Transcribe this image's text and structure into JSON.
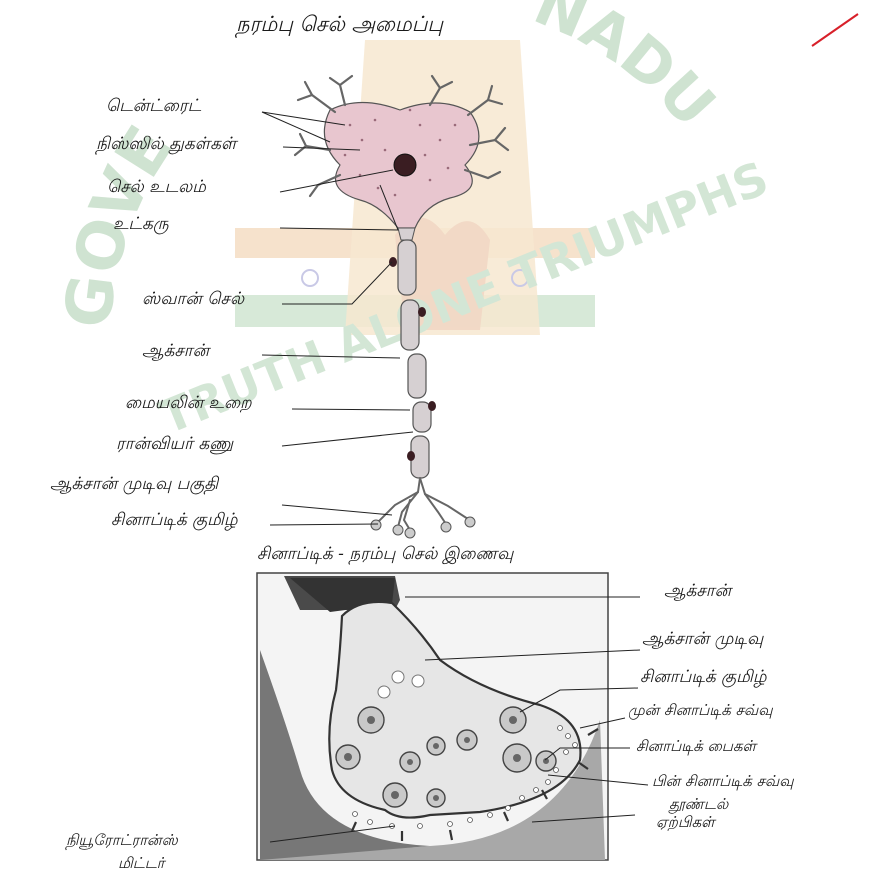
{
  "neuron": {
    "title": "நரம்பு செல் அமைப்பு",
    "labels": {
      "dendrites": "டென்ட்ரைட்",
      "nissl": "நிஸ்ஸில் துகள்கள்",
      "cell_body": "செல் உடலம்",
      "nucleus": "உட்கரு",
      "schwann": "ஸ்வான் செல்",
      "axon": "ஆக்சான்",
      "myelin": "மையலின் உறை",
      "ranvier": "ரான்வியர் கணு",
      "axon_terminal": "ஆக்சான் முடிவு பகுதி",
      "synaptic_knob": "சினாப்டிக் குமிழ்"
    }
  },
  "synapse": {
    "title": "சினாப்டிக் - நரம்பு செல் இணைவு",
    "labels": {
      "axon": "ஆக்சான்",
      "axon_end": "ஆக்சான் முடிவு",
      "synaptic_knob": "சினாப்டிக் குமிழ்",
      "presynaptic": "முன் சினாப்டிக் சவ்வு",
      "synaptic_vesicle": "சினாப்டிக் பைகள்",
      "postsynaptic": "பின் சினாப்டிக் சவ்வு",
      "receptors_1": "தூண்டல்",
      "receptors_2": "ஏற்பிகள்",
      "neurotransmitter_1": "நியூரோட்ரான்ஸ்",
      "neurotransmitter_2": "மிட்டர்"
    }
  },
  "watermark": {
    "top_left": "GOVE",
    "top_right": "NADU",
    "motto": "TRUTH ALONE TRIUMPHS"
  },
  "colors": {
    "ink": "#1a1a1a",
    "cell_fill": "#e8c6cf",
    "axon_fill": "#d6d0d2",
    "watermark_green": "#c9dfcc",
    "watermark_saffron": "#f4dcc2",
    "tick_red": "#d8202a"
  }
}
